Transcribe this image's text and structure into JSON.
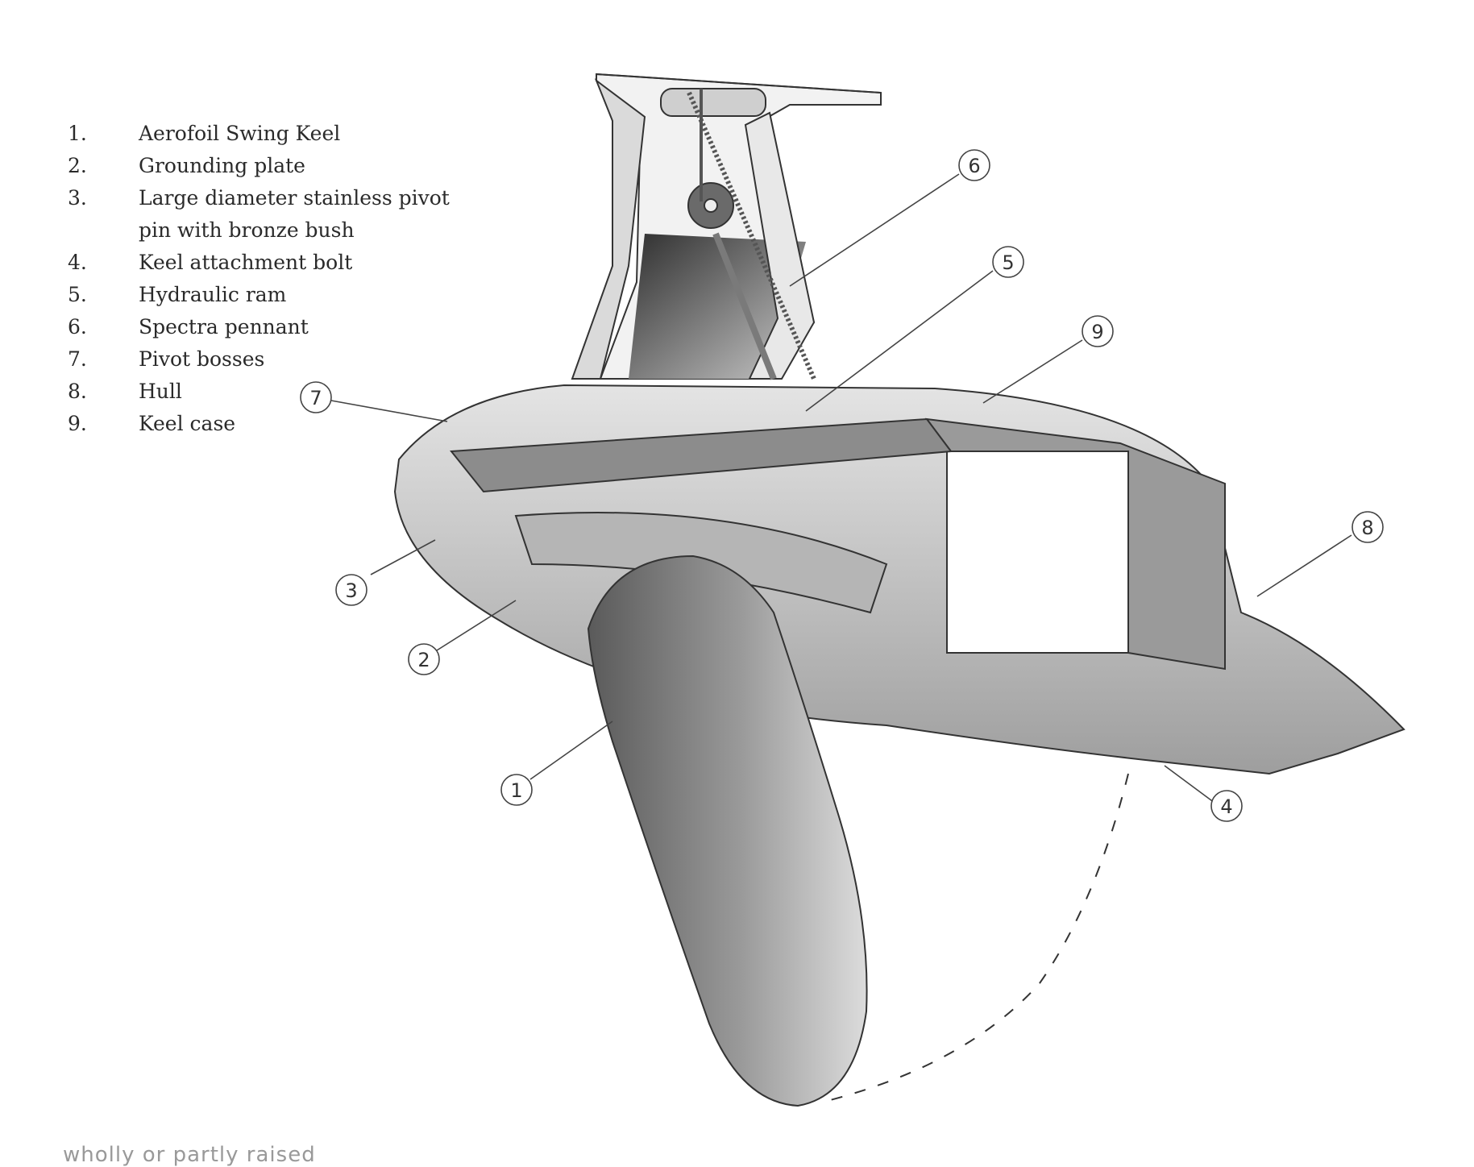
{
  "legend": {
    "items": [
      {
        "num": "1.",
        "text": "Aerofoil Swing Keel"
      },
      {
        "num": "2.",
        "text": "Grounding plate"
      },
      {
        "num": "3.",
        "text": "Large diameter stainless pivot pin with bronze bush"
      },
      {
        "num": "4.",
        "text": "Keel attachment bolt"
      },
      {
        "num": "5.",
        "text": "Hydraulic ram"
      },
      {
        "num": "6.",
        "text": "Spectra pennant"
      },
      {
        "num": "7.",
        "text": "Pivot bosses"
      },
      {
        "num": "8.",
        "text": "Hull"
      },
      {
        "num": "9.",
        "text": "Keel case"
      }
    ]
  },
  "callouts": {
    "c1": "1",
    "c2": "2",
    "c3": "3",
    "c4": "4",
    "c5": "5",
    "c6": "6",
    "c7": "7",
    "c8": "8",
    "c9": "9"
  },
  "footer": {
    "text": "wholly or partly raised"
  },
  "colors": {
    "ink": "#333333",
    "shading": "#9a9a9a",
    "legend_text": "#2a2a2a"
  }
}
